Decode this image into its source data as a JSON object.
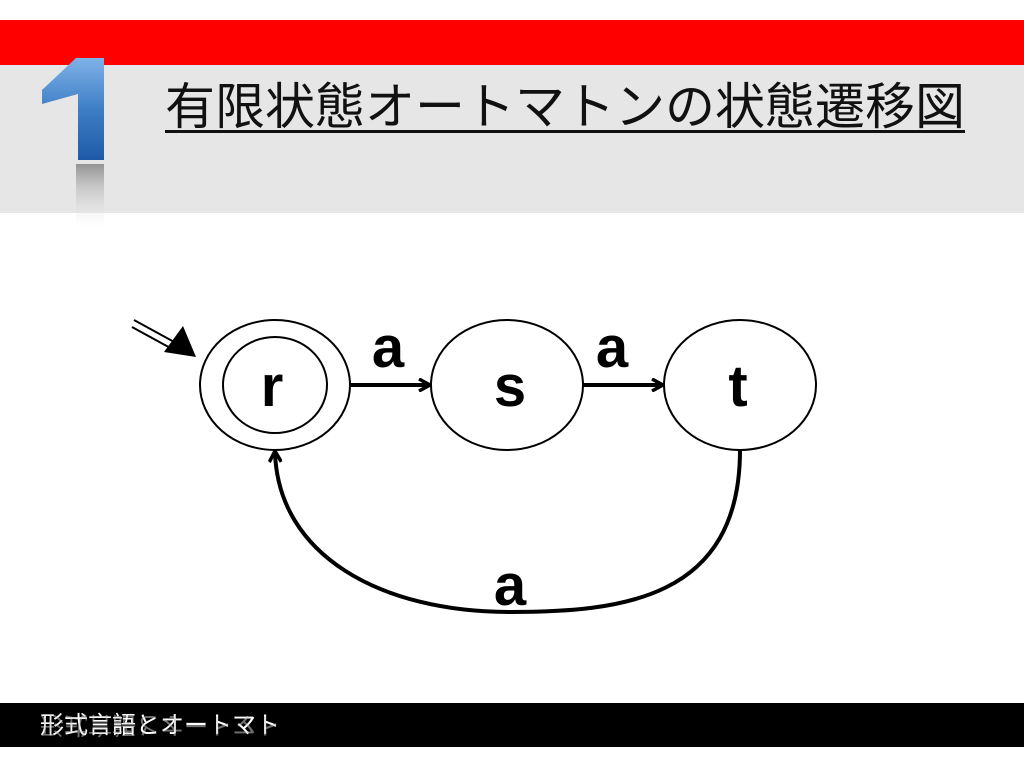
{
  "slide": {
    "number": "1",
    "title": "有限状態オートマトンの状態遷移図",
    "footer": "形式言語とオートマト"
  },
  "automaton": {
    "states": {
      "r": "r",
      "s": "s",
      "t": "t"
    },
    "start_state": "r",
    "accepting_states": [
      "r"
    ],
    "transitions": [
      {
        "from": "r",
        "to": "s",
        "label": "a"
      },
      {
        "from": "s",
        "to": "t",
        "label": "a"
      },
      {
        "from": "t",
        "to": "r",
        "label": "a"
      }
    ]
  },
  "colors": {
    "accent_red": "#ff0000",
    "title_band": "#e6e6e6",
    "number_blue": "#3f7fc6",
    "footer_bg": "#000000"
  }
}
